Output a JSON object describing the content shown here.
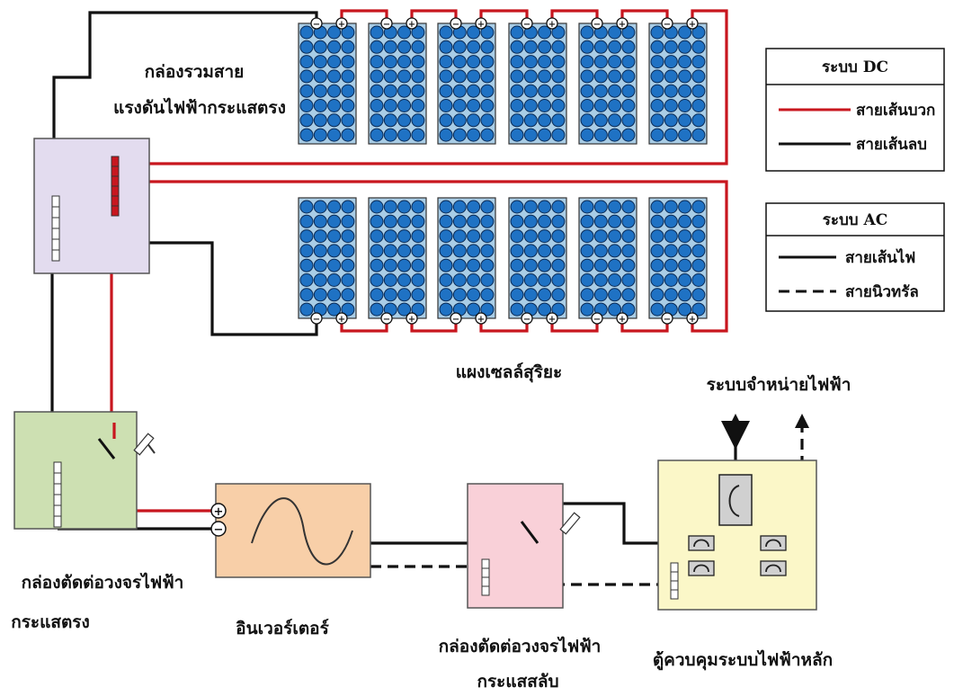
{
  "colors": {
    "positive_wire": "#c8161e",
    "negative_wire": "#111111",
    "panel_body": "#a9cde6",
    "cell": "#1f72c4",
    "combiner_box": "#e3dcef",
    "dc_disconnect_box": "#cde0b2",
    "inverter_box": "#f8cfa8",
    "ac_disconnect_box": "#f9d0d8",
    "main_panel_box": "#fbf7c8"
  },
  "legend_dc": {
    "title": "ระบบ DC",
    "positive_label": "สายเส้นบวก",
    "negative_label": "สายเส้นลบ"
  },
  "legend_ac": {
    "title": "ระบบ AC",
    "line_label": "สายเส้นไฟ",
    "neutral_label": "สายนิวทรัล"
  },
  "labels": {
    "combiner_box_line1": "กล่องรวมสาย",
    "combiner_box_line2": "แรงดันไฟฟ้ากระแสตรง",
    "solar_panels": "แผงเซลล์สุริยะ",
    "grid": "ระบบจำหน่ายไฟฟ้า",
    "dc_disconnect_line1": "กล่องตัดต่อวงจรไฟฟ้า",
    "dc_disconnect_line2": "กระแสตรง",
    "inverter": "อินเวอร์เตอร์",
    "ac_disconnect_line1": "กล่องตัดต่อวงจรไฟฟ้า",
    "ac_disconnect_line2": "กระแสสลับ",
    "main_panel": "ตู้ควบคุมระบบไฟฟ้าหลัก"
  },
  "terminals": {
    "plus": "+",
    "minus": "−"
  },
  "panel_rows": {
    "top_row_count": 6,
    "bottom_row_count": 6
  }
}
